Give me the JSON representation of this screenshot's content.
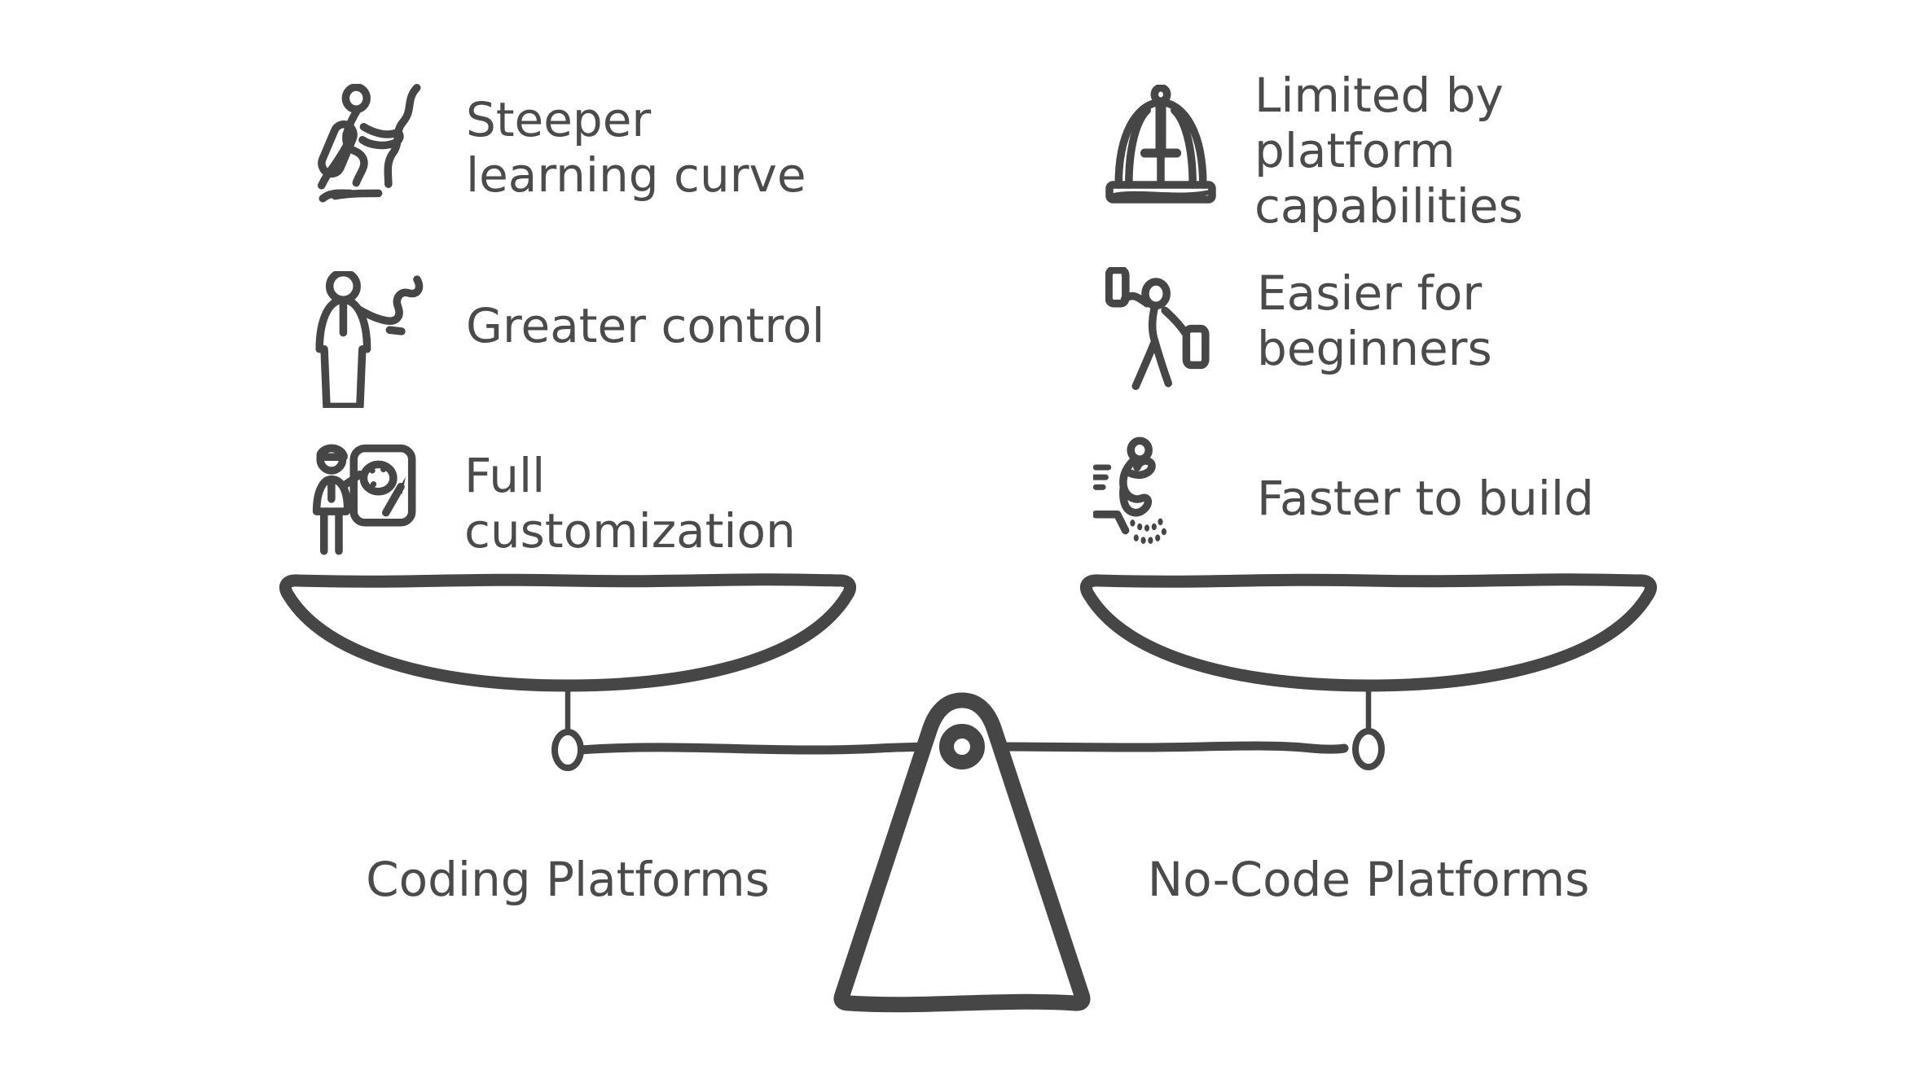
{
  "colors": {
    "background": "#ffffff",
    "ink": "#464646",
    "text": "#4b4b4b"
  },
  "left_side": {
    "label": "Coding Platforms",
    "items": [
      {
        "icon": "hiker-climbing-icon",
        "text": "Steeper learning curve",
        "lines": [
          "Steeper",
          "learning curve"
        ]
      },
      {
        "icon": "person-with-whip-icon",
        "text": "Greater control",
        "lines": [
          "Greater control"
        ]
      },
      {
        "icon": "artist-painting-icon",
        "text": "Full customization",
        "lines": [
          "Full",
          "customization"
        ]
      }
    ]
  },
  "right_side": {
    "label": "No-Code Platforms",
    "items": [
      {
        "icon": "birdcage-icon",
        "text": "Limited by platform capabilities",
        "lines": [
          "Limited by",
          "platform",
          "capabilities"
        ]
      },
      {
        "icon": "person-holding-signs-icon",
        "text": "Easier for beginners",
        "lines": [
          "Easier for",
          "beginners"
        ]
      },
      {
        "icon": "person-moving-fast-icon",
        "text": "Faster to build",
        "lines": [
          "Faster to build"
        ]
      }
    ]
  }
}
